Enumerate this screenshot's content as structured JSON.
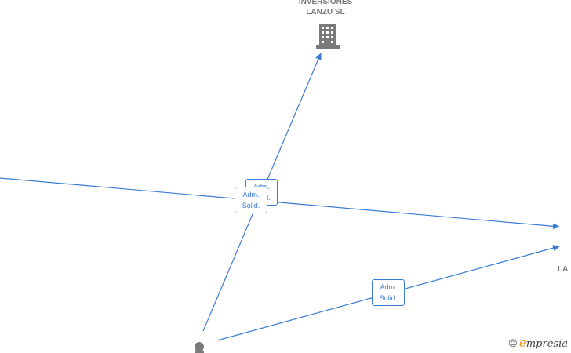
{
  "nodes": {
    "company_top": {
      "label_line1": "INVERSIONES",
      "label_line2": "LANZU SL"
    },
    "company_right": {
      "label": "LA"
    }
  },
  "edges": [
    {
      "line1": "Adm.",
      "line2": "Solid."
    },
    {
      "line1": "Adm.",
      "line2": "Solid."
    },
    {
      "line1": "Adm.",
      "line2": "Solid."
    }
  ],
  "brand": {
    "copyright": "©",
    "initial": "e",
    "rest": "mpresia"
  },
  "colors": {
    "edge": "#3a7bd5",
    "node": "#7a7a7a"
  }
}
